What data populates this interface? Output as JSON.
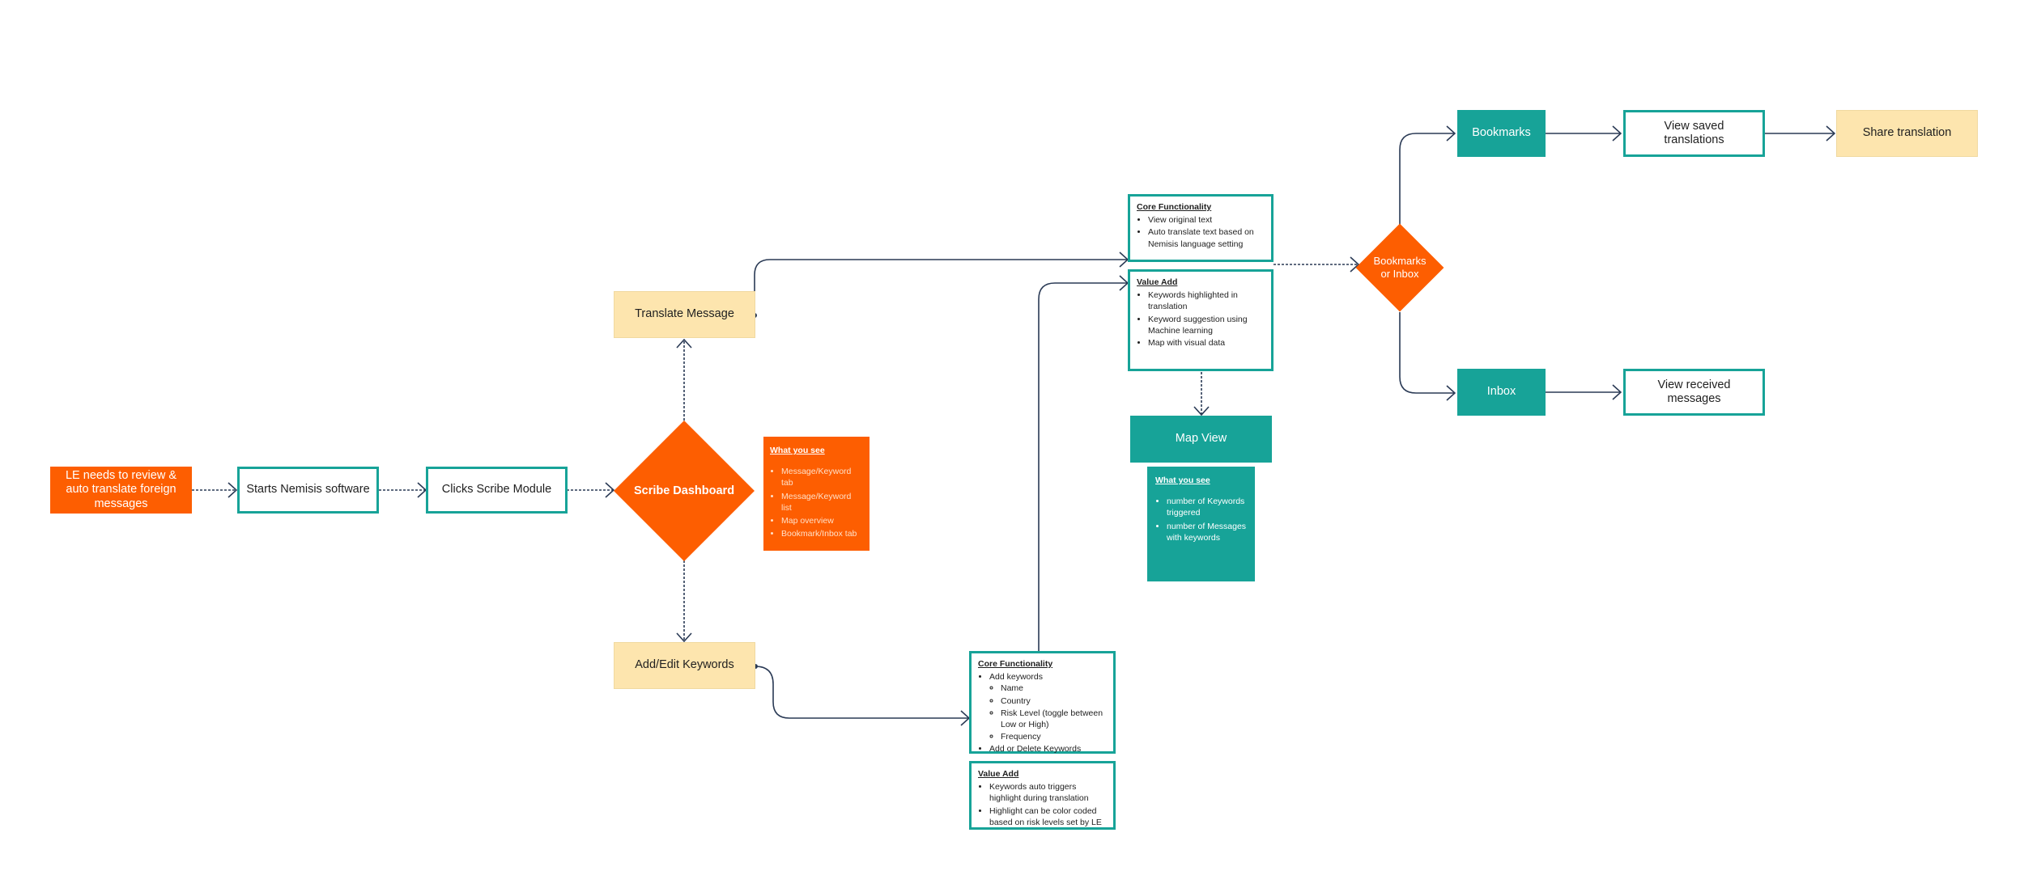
{
  "colors": {
    "orange": "#fd5e01",
    "teal": "#17a398",
    "yellow": "#fde5ae",
    "line": "#2a3a55"
  },
  "nodes": {
    "le_needs": "LE needs to review & auto translate foreign messages",
    "starts_nemisis": "Starts Nemisis software",
    "clicks_scribe": "Clicks Scribe Module",
    "scribe_dashboard": "Scribe Dashboard",
    "translate_message": "Translate Message",
    "add_edit_keywords": "Add/Edit Keywords",
    "map_view": "Map View",
    "bookmarks_or_inbox": "Bookmarks or Inbox",
    "bookmarks": "Bookmarks",
    "inbox": "Inbox",
    "view_saved": "View saved translations",
    "view_received": "View received messages",
    "share_translation": "Share translation"
  },
  "dashboard_note": {
    "title": "What you see",
    "items": [
      "Message/Keyword tab",
      "Message/Keyword list",
      "Map overview",
      "Bookmark/Inbox tab"
    ]
  },
  "translate_core": {
    "title": "Core Functionality",
    "items": [
      "View original text",
      "Auto translate text based on Nemisis language setting"
    ]
  },
  "translate_value": {
    "title": "Value Add",
    "items": [
      "Keywords highlighted in translation",
      "Keyword suggestion using Machine learning",
      "Map with visual data"
    ]
  },
  "map_note": {
    "title": "What you see",
    "items": [
      "number of Keywords triggered",
      "number of Messages with keywords"
    ]
  },
  "keywords_core": {
    "title": "Core Functionality",
    "item1": "Add keywords",
    "sub_items": [
      "Name",
      "Country",
      "Risk Level (toggle between Low or High)",
      "Frequency"
    ],
    "item2": "Add or Delete Keywords"
  },
  "keywords_value": {
    "title": "Value Add",
    "items": [
      "Keywords auto triggers highlight during translation",
      "Highlight can be color coded based on risk levels set by LE"
    ]
  }
}
